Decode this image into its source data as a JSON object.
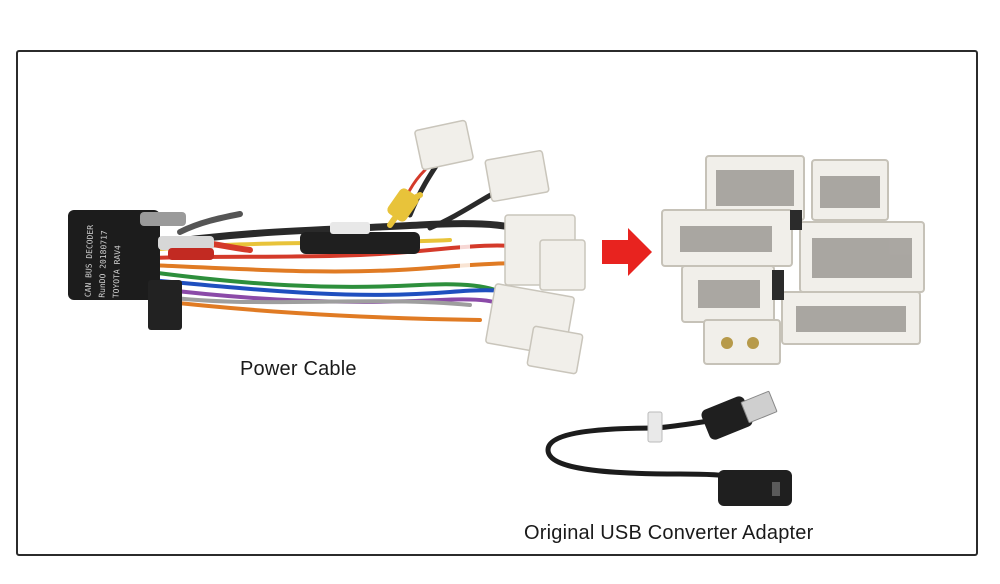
{
  "labels": {
    "power_cable": "Power Cable",
    "usb_adapter": "Original USB Converter Adapter"
  },
  "decoder_box_text": [
    "CAN BUS DECODER",
    "RunDO 20180717",
    "TOYOTA RAV4"
  ],
  "colors": {
    "frame_border": "#2b2b2b",
    "arrow": "#e8231f",
    "connector": "#f1efea",
    "decoder_box": "#1c1c1c"
  }
}
